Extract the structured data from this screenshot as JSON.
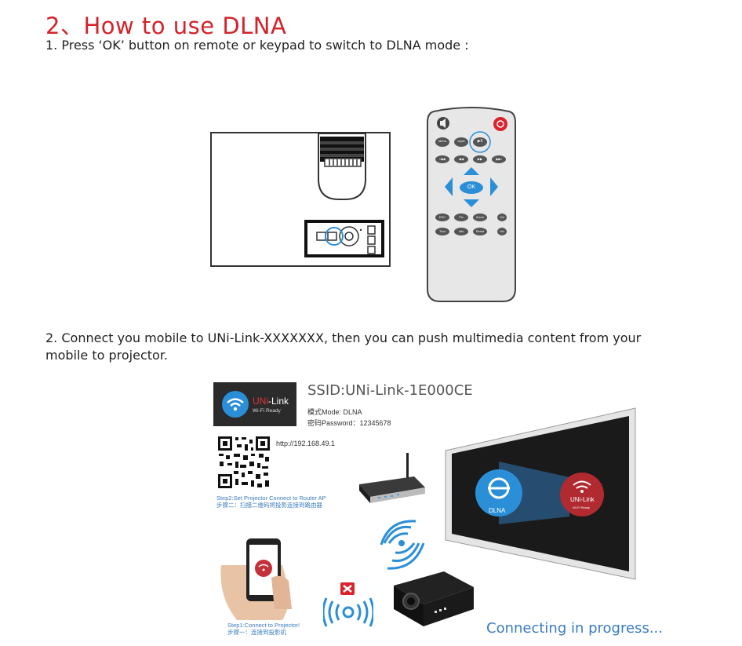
{
  "heading": "2、How to use DLNA",
  "step1": "1. Press ‘OK’ button on remote or keypad to switch to DLNA mode :",
  "step2_line1": "2. Connect you mobile to UNi-Link-XXXXXXX, then you can push multimedia content from your",
  "step2_line2": "mobile to projector.",
  "remote": {
    "buttons_row1": [
      "Menu",
      "Input",
      "▶II"
    ],
    "buttons_row2": [
      "I◀◀",
      "◀◀",
      "▶▶",
      "▶▶I"
    ],
    "ok": "OK",
    "buttons_row3": [
      "ESC",
      "Pic",
      "Zoom",
      "Vol"
    ],
    "buttons_row4": [
      "Turn",
      "Info",
      "Reset",
      "Vol"
    ]
  },
  "unilink_card": {
    "brand_uni": "UNi",
    "brand_link": "-Link",
    "tag": "Wi-Fi Ready"
  },
  "ssid": "SSID:UNi-Link-1E000CE",
  "mode": "模式Mode: DLNA",
  "password": "密码Password：12345678",
  "url": "http://192.168.49.1",
  "step2_caption_en": "Step2:Set Projector Connect to Router AP",
  "step2_caption_cn": "步骤二：扫描二维码将投影连接到路由器",
  "step1_caption_en": "Step1:Connect to Projector!",
  "step1_caption_cn": "步骤一：连接到投影机",
  "screen_dlna": "DLNA",
  "screen_unilink_uni": "UNi",
  "screen_unilink_link": "-Link",
  "screen_unilink_tag": "Wi-Fi Ready",
  "connecting": "Connecting in progress...",
  "colors": {
    "heading_red": "#d4222a",
    "link_blue": "#3a7cc0",
    "remote_blue": "#2b8fd8",
    "power_red": "#d9232d"
  }
}
